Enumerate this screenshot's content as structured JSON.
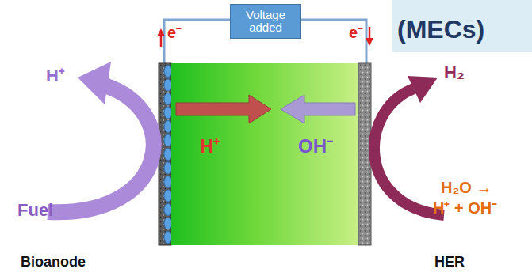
{
  "diagram": {
    "nodes": [
      {
        "text": [
          "Voltage added"
        ]
      },
      {
        "text": [
          "(MECs)"
        ]
      },
      {
        "text": [
          "H⁺",
          "OH⁻"
        ]
      }
    ],
    "labels": [
      "e⁻",
      "e⁻",
      "H⁺",
      "Fuel",
      "H₂",
      "H₂O →",
      "H⁺ + OH⁻",
      "Bioanode",
      "HER"
    ]
  }
}
